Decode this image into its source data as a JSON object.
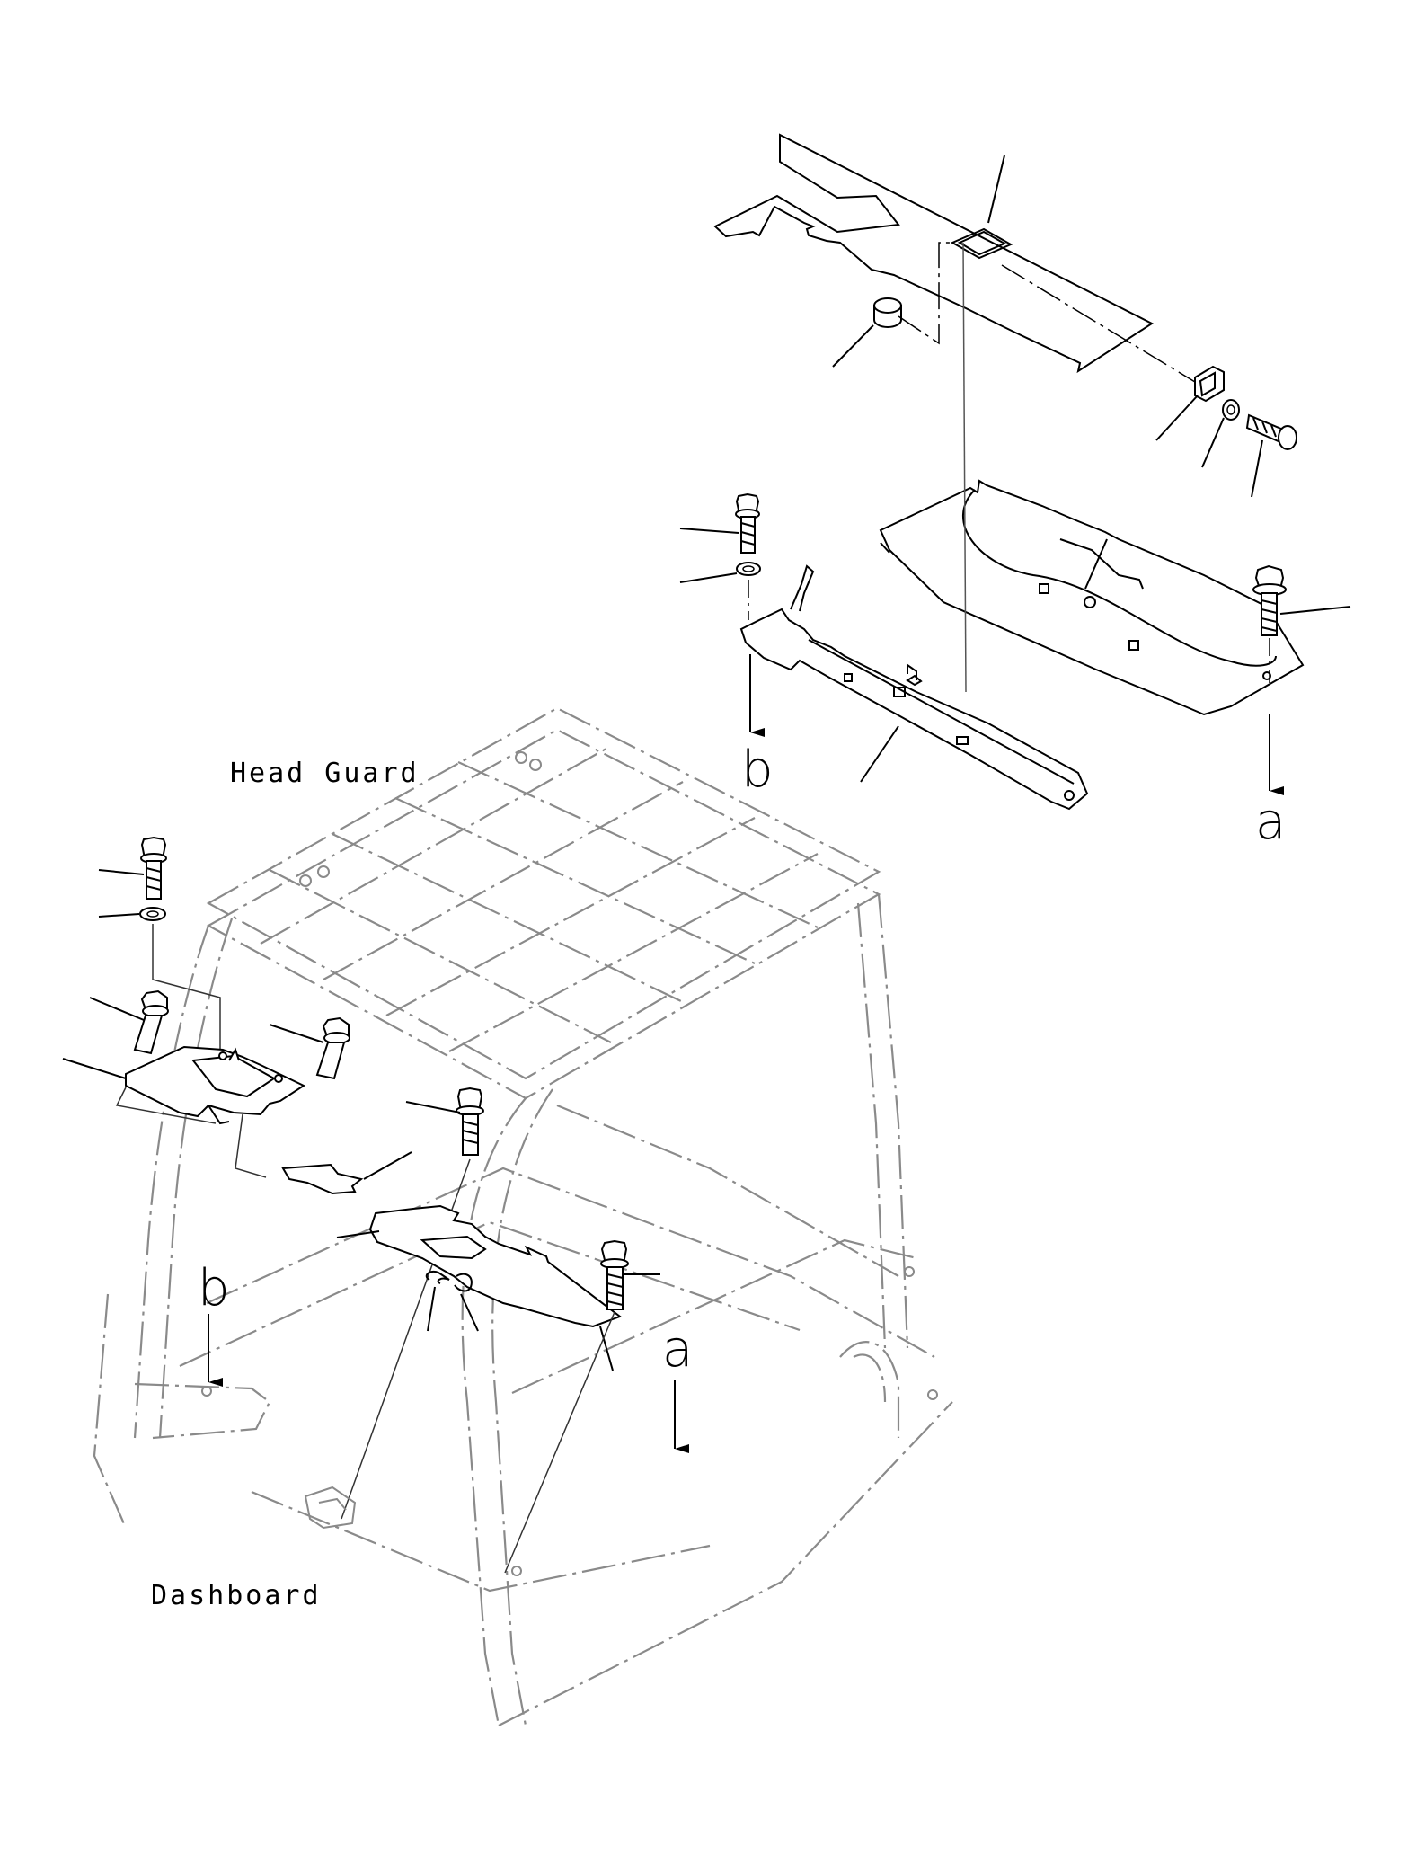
{
  "labels": {
    "head_guard": "Head Guard",
    "dashboard": "Dashboard",
    "marker_a_top": "a",
    "marker_b_top": "b",
    "marker_a_bottom": "a",
    "marker_b_bottom": "b"
  },
  "colors": {
    "part_line": "#000000",
    "ghost_line": "#8a8a8a",
    "background": "#ffffff"
  },
  "icons": {
    "arrow": "down-arrow-icon",
    "bolt": "bolt-icon",
    "washer": "washer-icon"
  }
}
